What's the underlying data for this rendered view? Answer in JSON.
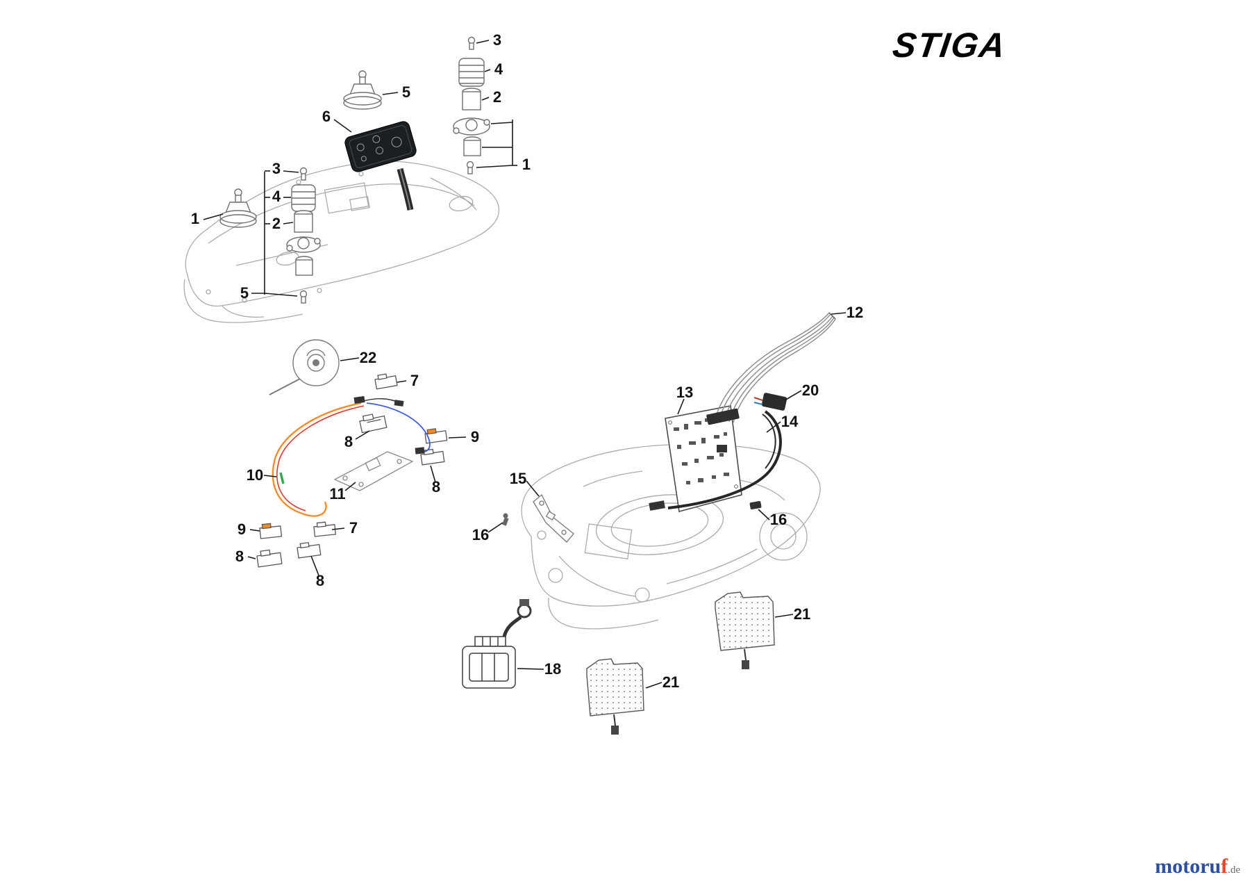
{
  "logo": {
    "text": "STIGA"
  },
  "watermark": {
    "main": "motoru",
    "accent": "f",
    "suffix": ".de"
  },
  "part_labels": {
    "tr_3": "3",
    "tr_4": "4",
    "tr_2": "2",
    "tr_1": "1",
    "top_5": "5",
    "keypad_6": "6",
    "left_3": "3",
    "left_4": "4",
    "left_2": "2",
    "left_1": "1",
    "left_5": "5",
    "disc_22": "22",
    "sensor_7a": "7",
    "sensor_8a": "8",
    "sensor_9a": "9",
    "harness_10": "10",
    "plate_11": "11",
    "sensor_8b": "8",
    "sensor_7b": "7",
    "sensor_9b": "9",
    "sensor_8c": "8",
    "sensor_8d": "8",
    "ribbon_12": "12",
    "pcb_13": "13",
    "connector_20": "20",
    "cable_14": "14",
    "bracket_15": "15",
    "screw_16a": "16",
    "connector_16b": "16",
    "battery_18": "18",
    "battery_21a": "21",
    "battery_21b": "21"
  }
}
